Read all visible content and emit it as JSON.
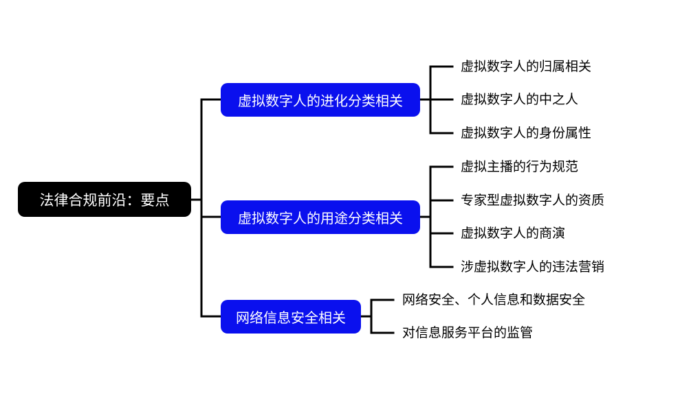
{
  "root": {
    "label": "法律合规前沿：要点"
  },
  "branches": [
    {
      "label": "虚拟数字人的进化分类相关",
      "children": [
        "虚拟数字人的归属相关",
        "虚拟数字人的中之人",
        "虚拟数字人的身份属性"
      ]
    },
    {
      "label": "虚拟数字人的用途分类相关",
      "children": [
        "虚拟主播的行为规范",
        "专家型虚拟数字人的资质",
        "虚拟数字人的商演",
        "涉虚拟数字人的违法营销"
      ]
    },
    {
      "label": "网络信息安全相关",
      "children": [
        "网络安全、个人信息和数据安全",
        "对信息服务平台的监管"
      ]
    }
  ],
  "colors": {
    "root_fill": "#000000",
    "branch_fill": "#0a10ee",
    "box_text": "#ffffff",
    "connector": "#000000"
  }
}
